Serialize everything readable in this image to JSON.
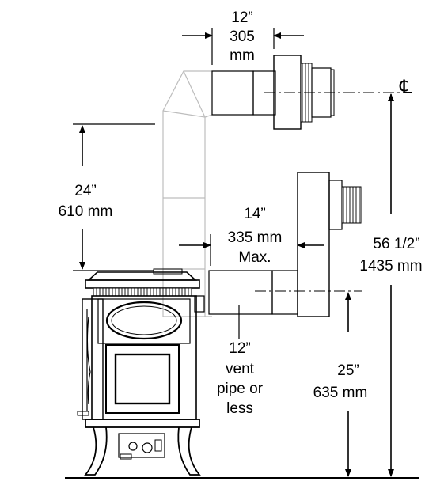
{
  "labels": {
    "top_inches": "12”",
    "top_mm_value": "305",
    "top_mm_unit": "mm",
    "rise_inches": "24”",
    "rise_mm": "610 mm",
    "max_inches": "14”",
    "max_mm": "335 mm",
    "max_note": "Max.",
    "total_inches": "56 1/2”",
    "total_mm": "1435 mm",
    "vent_inches": "12”",
    "vent_line1": "vent",
    "vent_line2": "pipe or",
    "vent_line3": "less",
    "low_inches": "25”",
    "low_mm": "635 mm",
    "centerline_symbol": "℄"
  }
}
